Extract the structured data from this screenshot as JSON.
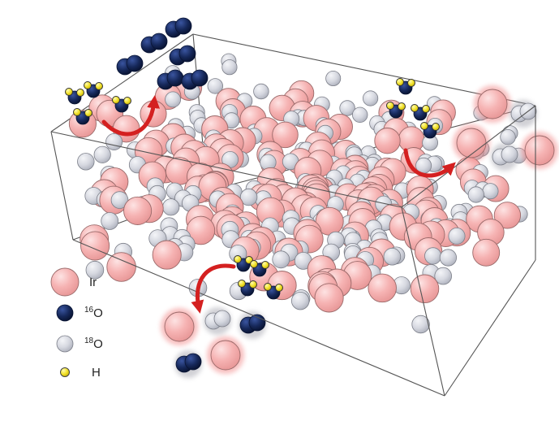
{
  "colors": {
    "iridium": "#f6b3b3",
    "iridium_edge": "#9a6a6a",
    "oxygen16": "#16285a",
    "oxygen18": "#d6d8e0",
    "hydrogen": "#f2e22a",
    "arrow": "#d42020",
    "box_edge": "#555555"
  },
  "legend": {
    "items": [
      {
        "key": "ir",
        "species": "iridium",
        "label": "Ir",
        "mass": ""
      },
      {
        "key": "o16",
        "species": "oxygen16",
        "label": "O",
        "mass": "16"
      },
      {
        "key": "o18",
        "species": "oxygen18",
        "label": "O",
        "mass": "18"
      },
      {
        "key": "h",
        "species": "hydrogen",
        "label": "H",
        "mass": ""
      }
    ]
  },
  "arrows": [
    {
      "name": "arrow-top-left"
    },
    {
      "name": "arrow-top-right"
    },
    {
      "name": "arrow-bottom-center"
    }
  ]
}
